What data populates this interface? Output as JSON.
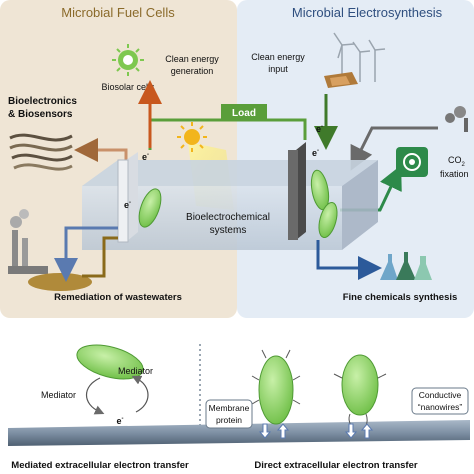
{
  "headers": {
    "left": "Microbial Fuel Cells",
    "right": "Microbial Electrosynthesis"
  },
  "labels": {
    "biosolar": "Biosolar cells",
    "clean_gen_1": "Clean energy",
    "clean_gen_2": "generation",
    "clean_input_1": "Clean energy",
    "clean_input_2": "input",
    "bioelec_1": "Bioelectronics",
    "bioelec_2": "& Biosensors",
    "load": "Load",
    "system_1": "Bioelectrochemical",
    "system_2": "systems",
    "co2_1": "CO",
    "co2_sub": "2",
    "co2_2": "fixation",
    "remediation": "Remediation of wastewaters",
    "fine_chem": "Fine chemicals synthesis",
    "electron": "e",
    "electron_sup": "-",
    "mediator_top": "Mediator",
    "mediator_left": "Mediator",
    "membrane_1": "Membrane",
    "membrane_2": "protein",
    "conductive_1": "Conductive",
    "conductive_2": "“nanowires”",
    "caption_mediated": "Mediated extracellular electron transfer",
    "caption_direct": "Direct extracellular electron transfer"
  },
  "colors": {
    "left_panel": "#efe5d5",
    "right_panel": "#e4ecf5",
    "load_green": "#5a9e3a",
    "header_left": "#8a6a2a",
    "header_right": "#2f4f7f",
    "bacteria": "#8fd16a",
    "electrode_bar": "#7d8fa3"
  }
}
